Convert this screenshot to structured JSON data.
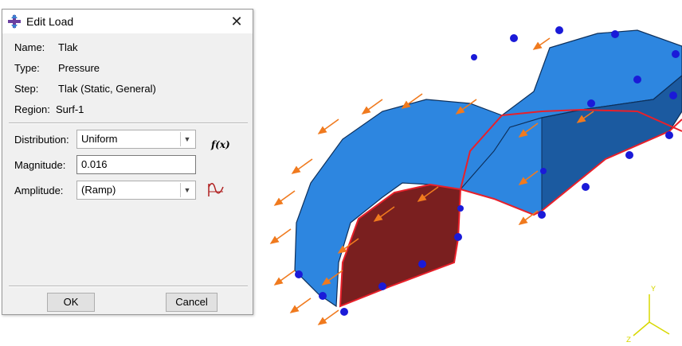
{
  "dialog": {
    "title": "Edit Load",
    "close_symbol": "✕",
    "icon": "abaqus-load-icon",
    "info": {
      "name_label": "Name:",
      "name_value": "Tlak",
      "type_label": "Type:",
      "type_value": "Pressure",
      "step_label": "Step:",
      "step_value": "Tlak (Static, General)",
      "region_label": "Region:",
      "region_value": "Surf-1"
    },
    "distribution": {
      "label": "Distribution:",
      "value": "Uniform",
      "fx_label": "f(x)"
    },
    "magnitude": {
      "label": "Magnitude:",
      "value": "0.016"
    },
    "amplitude": {
      "label": "Amplitude:",
      "value": "(Ramp)",
      "icon": "amplitude-curve-icon"
    },
    "buttons": {
      "ok": "OK",
      "cancel": "Cancel"
    }
  },
  "viewport": {
    "axis_y_label": "Y",
    "axis_z_label": "Z",
    "colors": {
      "body": "#2d86e0",
      "body_dark": "#1b5aa0",
      "surface": "#7a1f1f",
      "edge": "#e8202a",
      "arrow": "#f07a1e",
      "bc": "#1a1ad8",
      "triad": "#d8d800"
    }
  }
}
